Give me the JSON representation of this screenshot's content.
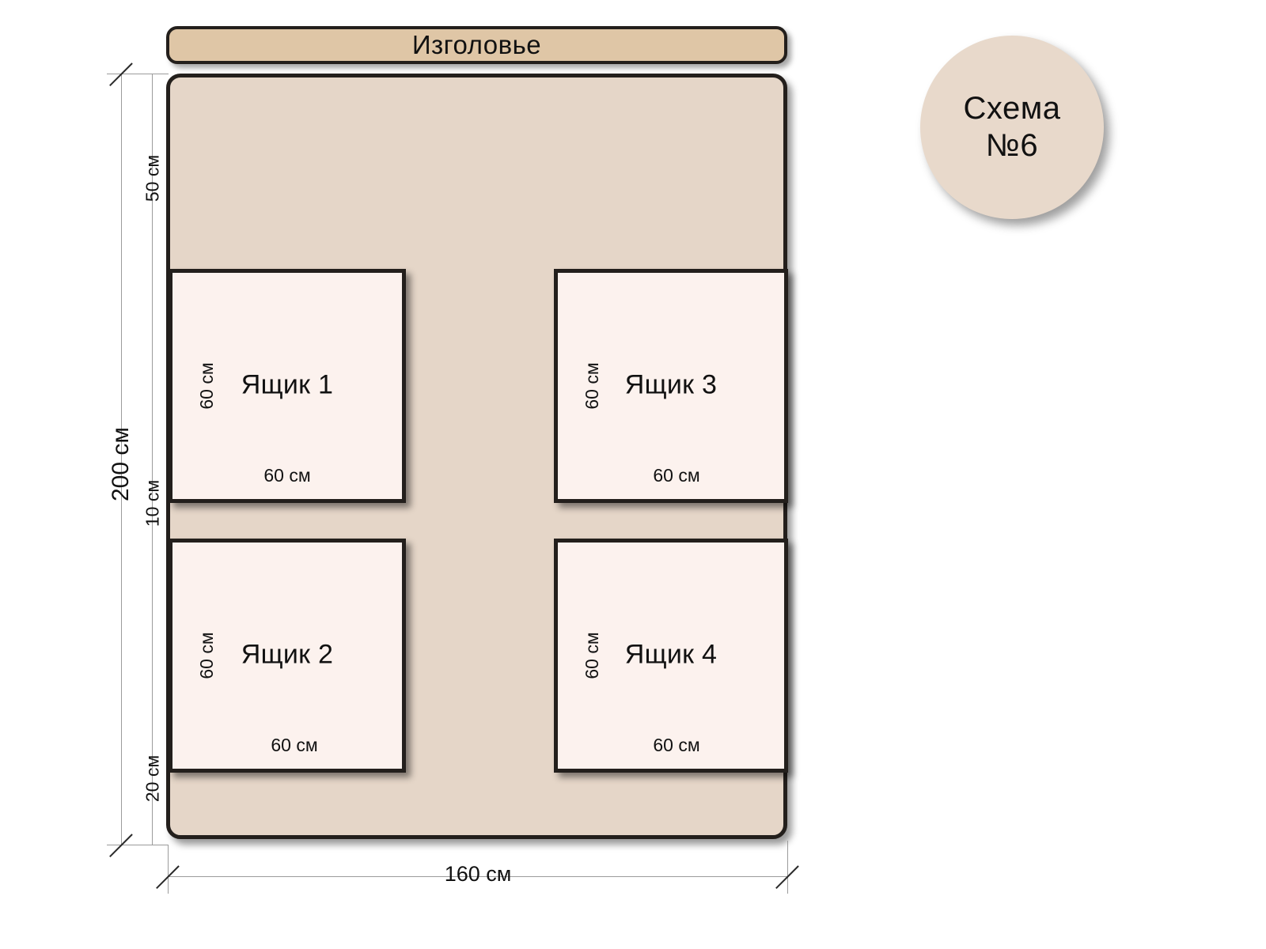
{
  "diagram": {
    "headboard": {
      "label": "Изголовье"
    },
    "badge": {
      "line1": "Схема",
      "line2": "№6"
    },
    "bed": {
      "width_label": "160 см",
      "height_label": "200 см"
    },
    "vertical_dimensions": [
      {
        "name": "top-gap",
        "label": "50 см"
      },
      {
        "name": "total-height",
        "label": "200 см"
      },
      {
        "name": "middle-gap",
        "label": "10 см"
      },
      {
        "name": "bottom-gap",
        "label": "20 см"
      }
    ],
    "drawers": [
      {
        "id": 1,
        "title": "Ящик 1",
        "width_label": "60 см",
        "height_label": "60 см"
      },
      {
        "id": 2,
        "title": "Ящик 2",
        "width_label": "60 см",
        "height_label": "60 см"
      },
      {
        "id": 3,
        "title": "Ящик 3",
        "width_label": "60 см",
        "height_label": "60 см"
      },
      {
        "id": 4,
        "title": "Ящик 4",
        "width_label": "60 см",
        "height_label": "60 см"
      }
    ],
    "colors": {
      "headboard_fill": "#DFC6A6",
      "bed_fill": "#E5D6C8",
      "drawer_fill": "#FCF2EE",
      "outline": "#231f1c",
      "badge_fill": "#E8D9CB",
      "dimension_line": "#9b9b9b",
      "background": "#FFFFFF"
    }
  }
}
